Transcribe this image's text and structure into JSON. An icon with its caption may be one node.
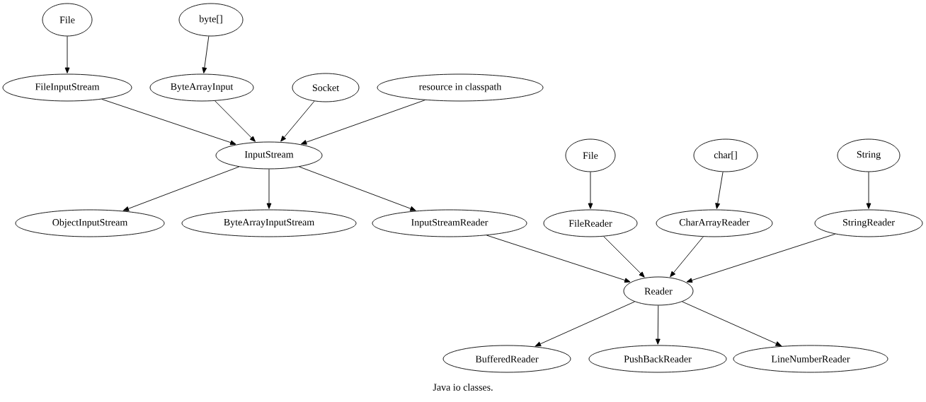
{
  "diagram": {
    "caption": "Java io classes.",
    "nodes": [
      {
        "text": [
          "File"
        ]
      },
      {
        "text": [
          "byte[]"
        ]
      },
      {
        "text": [
          "FileInputStream"
        ]
      },
      {
        "text": [
          "ByteArrayInput"
        ]
      },
      {
        "text": [
          "Socket"
        ]
      },
      {
        "text": [
          "resource in classpath"
        ]
      },
      {
        "text": [
          "InputStream"
        ]
      },
      {
        "text": [
          "File"
        ]
      },
      {
        "text": [
          "char[]"
        ]
      },
      {
        "text": [
          "String"
        ]
      },
      {
        "text": [
          "ObjectInputStream"
        ]
      },
      {
        "text": [
          "ByteArrayInputStream"
        ]
      },
      {
        "text": [
          "InputStreamReader"
        ]
      },
      {
        "text": [
          "FileReader"
        ]
      },
      {
        "text": [
          "CharArrayReader"
        ]
      },
      {
        "text": [
          "StringReader"
        ]
      },
      {
        "text": [
          "Reader"
        ]
      },
      {
        "text": [
          "BufferedReader"
        ]
      },
      {
        "text": [
          "PushBackReader"
        ]
      },
      {
        "text": [
          "LineNumberReader"
        ]
      }
    ],
    "edges": [
      {
        "from": 0,
        "to": 2,
        "arrow": "to"
      },
      {
        "from": 1,
        "to": 3,
        "arrow": "to"
      },
      {
        "from": 2,
        "to": 6,
        "arrow": "to"
      },
      {
        "from": 3,
        "to": 6,
        "arrow": "to"
      },
      {
        "from": 4,
        "to": 6,
        "arrow": "to"
      },
      {
        "from": 5,
        "to": 6,
        "arrow": "to"
      },
      {
        "from": 6,
        "to": 10,
        "arrow": "to"
      },
      {
        "from": 6,
        "to": 11,
        "arrow": "to"
      },
      {
        "from": 6,
        "to": 12,
        "arrow": "to"
      },
      {
        "from": 7,
        "to": 13,
        "arrow": "to"
      },
      {
        "from": 8,
        "to": 14,
        "arrow": "to"
      },
      {
        "from": 9,
        "to": 15,
        "arrow": "to"
      },
      {
        "from": 12,
        "to": 16,
        "arrow": "to"
      },
      {
        "from": 13,
        "to": 16,
        "arrow": "to"
      },
      {
        "from": 14,
        "to": 16,
        "arrow": "to"
      },
      {
        "from": 15,
        "to": 16,
        "arrow": "to"
      },
      {
        "from": 16,
        "to": 17,
        "arrow": "to"
      },
      {
        "from": 16,
        "to": 18,
        "arrow": "to"
      },
      {
        "from": 16,
        "to": 19,
        "arrow": "to"
      }
    ]
  }
}
